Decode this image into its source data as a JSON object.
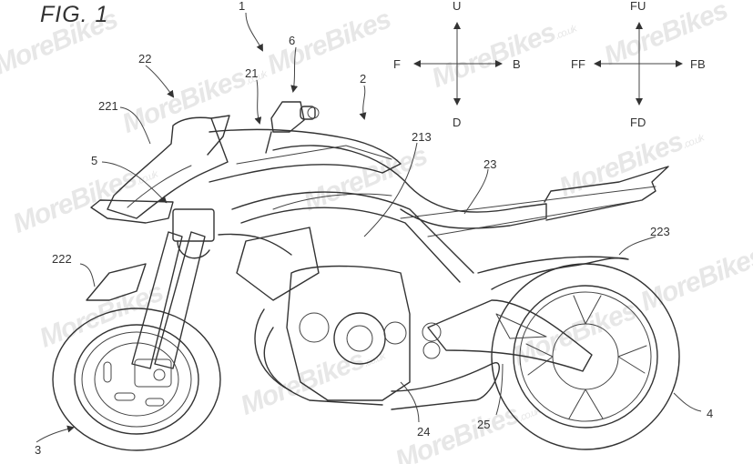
{
  "figure": {
    "title": "FIG. 1",
    "watermark": "MoreBikes",
    "watermark_suffix": ".co.uk",
    "line_color": "#333333",
    "background": "#ffffff"
  },
  "direction_indicators": [
    {
      "name": "vehicle-axes",
      "up": "U",
      "down": "D",
      "forward": "F",
      "back": "B"
    },
    {
      "name": "frame-axes",
      "up": "FU",
      "down": "FD",
      "forward": "FF",
      "back": "FB"
    }
  ],
  "reference_labels": [
    {
      "id": "1",
      "text": "1"
    },
    {
      "id": "2",
      "text": "2"
    },
    {
      "id": "3",
      "text": "3"
    },
    {
      "id": "4",
      "text": "4"
    },
    {
      "id": "5",
      "text": "5"
    },
    {
      "id": "6",
      "text": "6"
    },
    {
      "id": "21",
      "text": "21"
    },
    {
      "id": "22",
      "text": "22"
    },
    {
      "id": "23",
      "text": "23"
    },
    {
      "id": "24",
      "text": "24"
    },
    {
      "id": "25",
      "text": "25"
    },
    {
      "id": "213",
      "text": "213"
    },
    {
      "id": "221",
      "text": "221"
    },
    {
      "id": "222",
      "text": "222"
    },
    {
      "id": "223",
      "text": "223"
    }
  ]
}
